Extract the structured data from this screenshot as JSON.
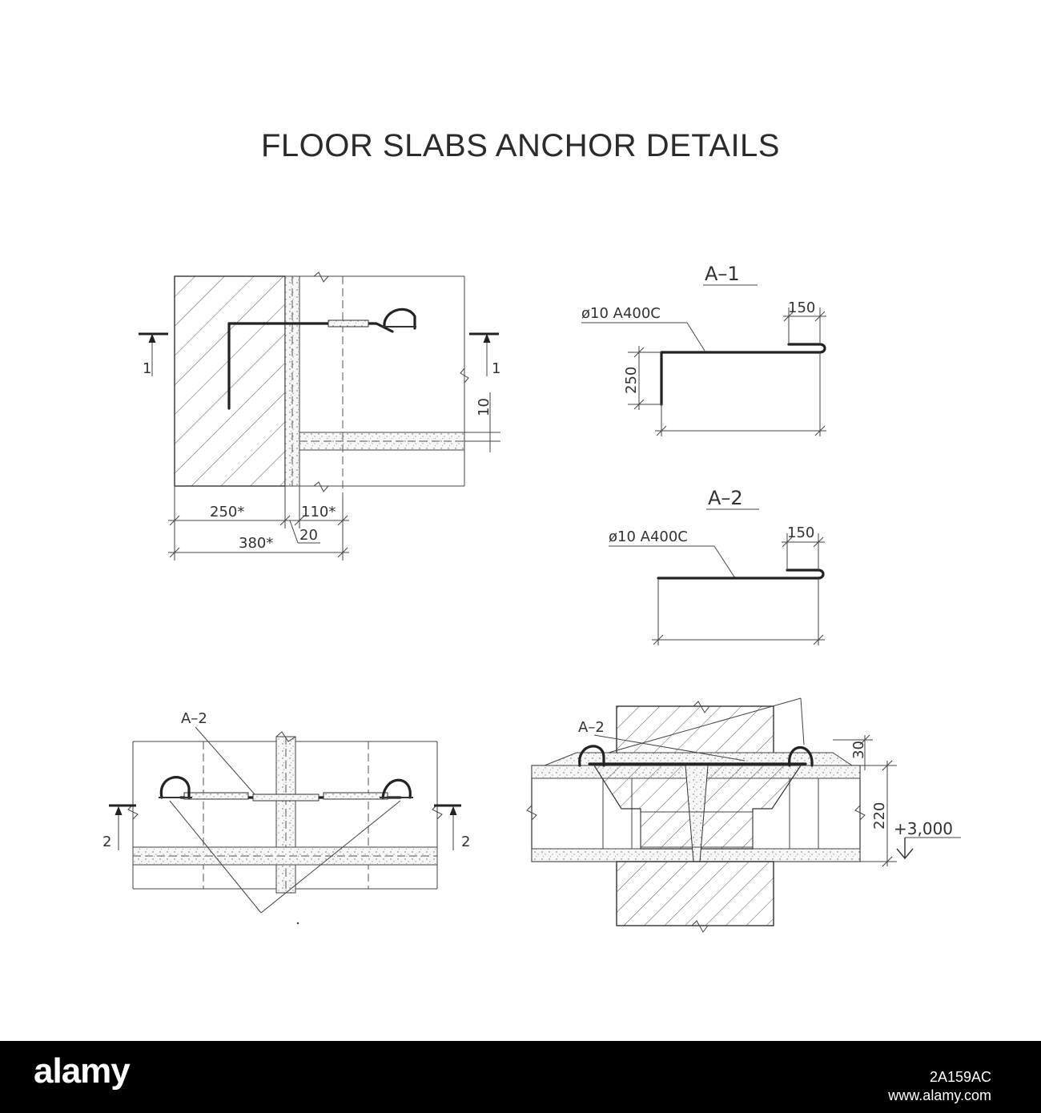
{
  "title": "FLOOR SLABS ANCHOR DETAILS",
  "detail_wall": {
    "section_mark_left": "1",
    "section_mark_right": "1",
    "dim_250": "250*",
    "dim_110": "110*",
    "dim_20": "20",
    "dim_380": "380*",
    "dim_10": "10"
  },
  "anchor_a1": {
    "title": "A–1",
    "spec": "ø10  A400C",
    "dim_150": "150",
    "dim_250": "250"
  },
  "anchor_a2": {
    "title": "A–2",
    "spec": "ø10  A400C",
    "dim_150": "150"
  },
  "detail_plan": {
    "callout": "A–2",
    "section_mark_left": "2",
    "section_mark_right": "2"
  },
  "detail_section": {
    "callout": "A–2",
    "dim_30": "30",
    "dim_220": "220",
    "level": "+3,000"
  },
  "footer": {
    "logo": "alamy",
    "stock_id": "2A159AC",
    "url": "www.alamy.com"
  }
}
